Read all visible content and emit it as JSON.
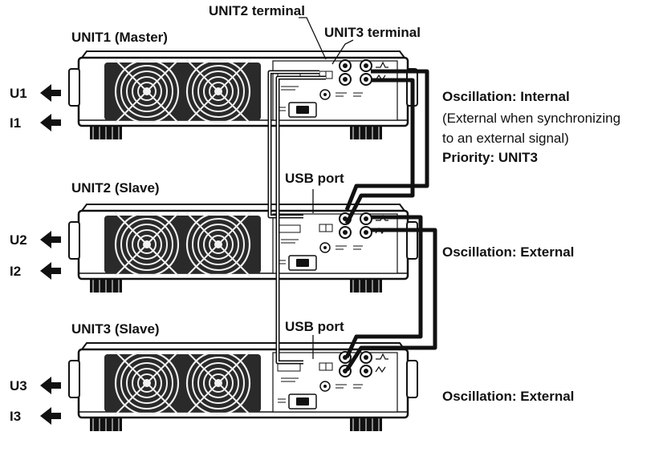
{
  "units": [
    {
      "title": "UNIT1 (Master)",
      "outputs": [
        "U1",
        "I1"
      ]
    },
    {
      "title": "UNIT2 (Slave)",
      "outputs": [
        "U2",
        "I2"
      ]
    },
    {
      "title": "UNIT3 (Slave)",
      "outputs": [
        "U3",
        "I3"
      ]
    }
  ],
  "callouts": {
    "unit2_terminal": "UNIT2 terminal",
    "unit3_terminal": "UNIT3 terminal",
    "usb_port_1": "USB port",
    "usb_port_2": "USB port"
  },
  "settings": {
    "unit1_oscillation": "Oscillation: Internal",
    "unit1_note_line1": "(External when synchronizing",
    "unit1_note_line2": "to an external signal)",
    "unit1_priority": "Priority: UNIT3",
    "unit2_oscillation": "Oscillation: External",
    "unit3_oscillation": "Oscillation: External"
  },
  "colors": {
    "ink": "#111111",
    "fan_panel": "#2a2a2a",
    "fan_grille": "#f2f2f2"
  }
}
